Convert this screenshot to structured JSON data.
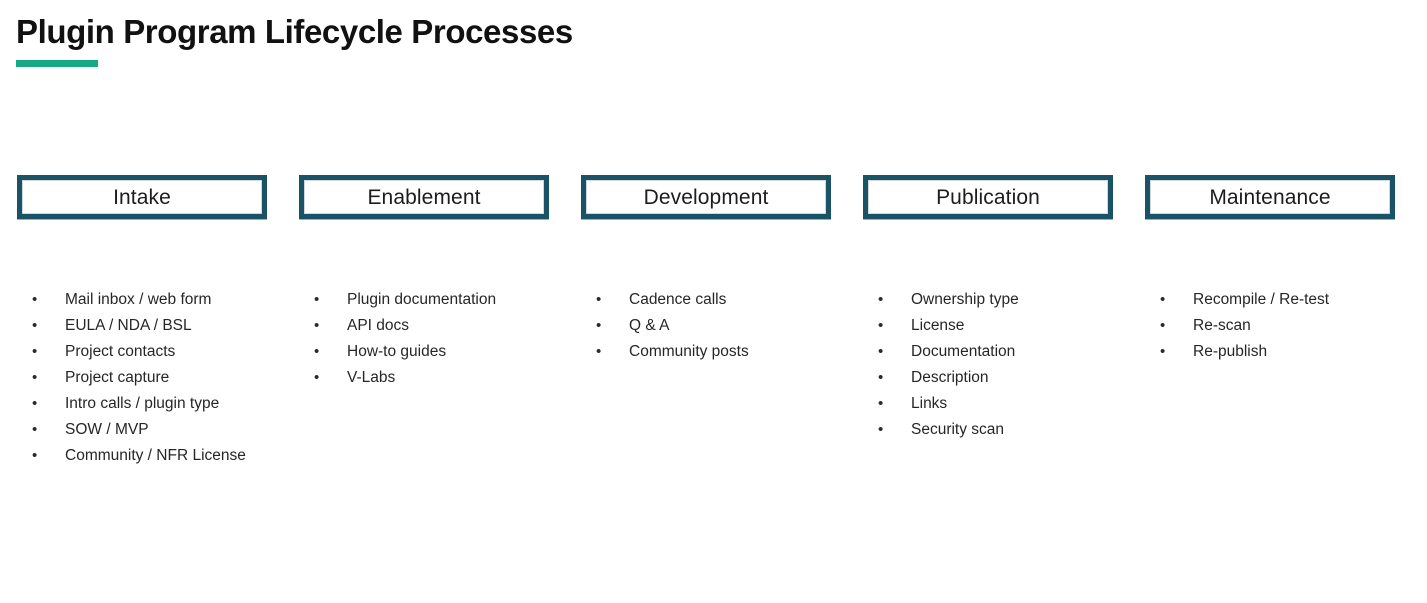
{
  "page": {
    "title": "Plugin Program Lifecycle Processes",
    "accent_color": "#17a986",
    "box_border_color": "#1a5366",
    "text_color": "#262626",
    "background": "#ffffff"
  },
  "columns": [
    {
      "header": "Intake",
      "items": [
        "Mail inbox / web form",
        "EULA / NDA / BSL",
        "Project contacts",
        "Project capture",
        "Intro calls / plugin type",
        "SOW / MVP",
        "Community / NFR License"
      ]
    },
    {
      "header": "Enablement",
      "items": [
        "Plugin documentation",
        "API docs",
        "How-to guides",
        "V-Labs"
      ]
    },
    {
      "header": "Development",
      "items": [
        "Cadence calls",
        "Q & A",
        "Community posts"
      ]
    },
    {
      "header": "Publication",
      "items": [
        "Ownership type",
        "License",
        "Documentation",
        "Description",
        "Links",
        "Security scan"
      ]
    },
    {
      "header": "Maintenance",
      "items": [
        "Recompile / Re-test",
        "Re-scan",
        "Re-publish"
      ]
    }
  ],
  "bullet_glyph": "•"
}
